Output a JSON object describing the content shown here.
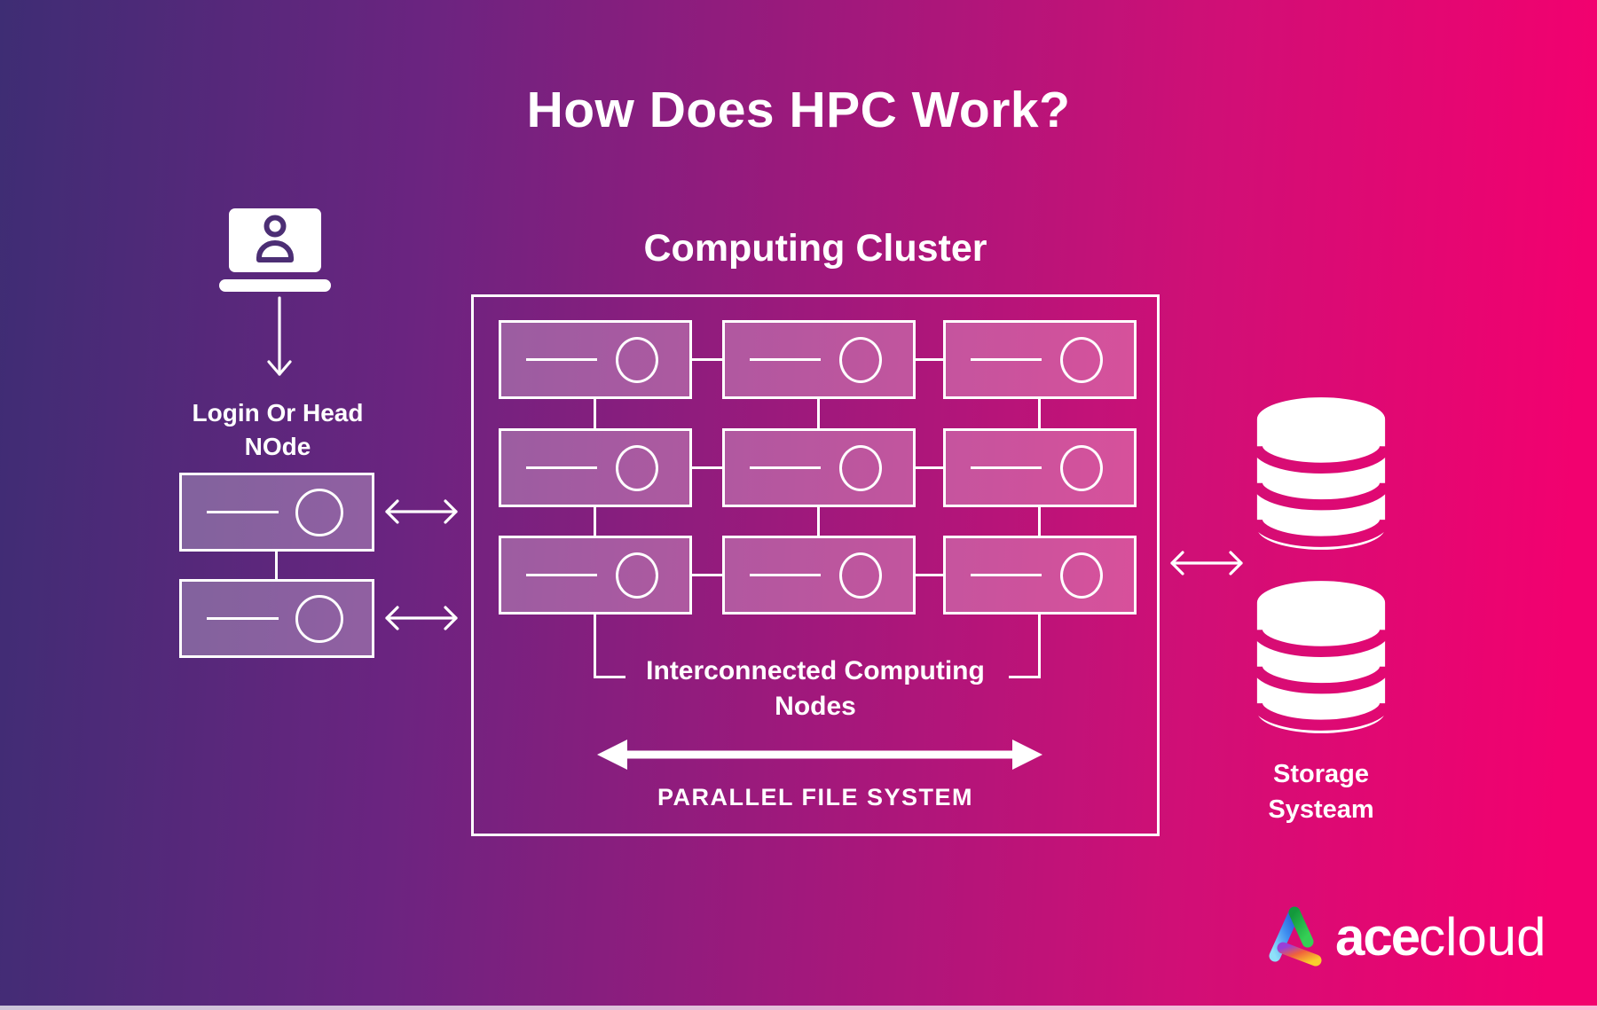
{
  "title": "How Does HPC Work?",
  "login_node": {
    "icon": "laptop-user-icon",
    "label": [
      "Login Or Head",
      "NOde"
    ]
  },
  "cluster": {
    "title": "Computing Cluster",
    "grid_rows": 3,
    "grid_cols": 3,
    "interconnect_label": [
      "Interconnected Computing",
      "Nodes"
    ],
    "file_system_label": "PARALLEL FILE SYSTEM"
  },
  "storage": {
    "icon": "database-icon",
    "label": [
      "Storage",
      "Systeam"
    ]
  },
  "logo": {
    "brand_bold": "ace",
    "brand_light": "cloud"
  },
  "colors": {
    "bg_gradient_start": "#3e2d74",
    "bg_gradient_mid": "#9e197c",
    "bg_gradient_end": "#f2016f",
    "panel_fill": "rgba(255,255,255,0.27)",
    "line_white": "#ffffff",
    "person_icon": "#4c2e74"
  }
}
